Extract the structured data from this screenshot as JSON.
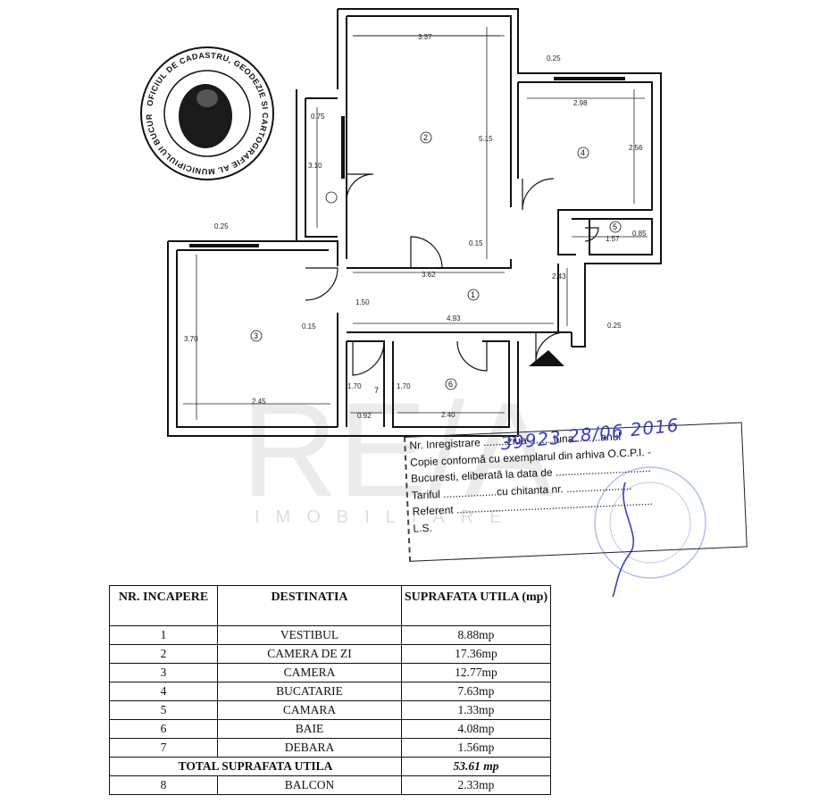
{
  "stamp": {
    "text": "OFICIUL DE CADASTRU, GEODEZIE SI CARTOGRAFIE AL MUNICIPIULUI BUCURESTI"
  },
  "watermark": {
    "logo": "RE/A",
    "sub": "IMOBILIARE"
  },
  "plan": {
    "dimensions": {
      "living_width": "3.37",
      "living_height": "5.15",
      "living_bottom": "0.15",
      "debara_width": "0.75",
      "debara_height": "3.10",
      "kitchen_top": "0.25",
      "kitchen_width": "2.98",
      "kitchen_height": "2.56",
      "bedroom_top": "0.25",
      "bedroom_height": "3.70",
      "bedroom_width": "2.45",
      "bedroom_wall": "0.15",
      "hall_top": "3.62",
      "hall_mid": "4.93",
      "hall_side": "1.50",
      "hall_right": "2.43",
      "entry_wall": "0.25",
      "camara_width": "1.57",
      "camara_height": "0.85",
      "wc_height": "1.70",
      "wc_width": "0.92",
      "bath_height": "1.70",
      "bath_width": "2.40"
    },
    "rooms": [
      "1",
      "2",
      "3",
      "4",
      "5",
      "6",
      "7"
    ]
  },
  "registration": {
    "handwritten": "39923 28/06 2016",
    "lines": [
      "Nr. Inregistrare ........ziua ........luna ........anul",
      "Copie conformă cu exemplarul din arhiva O.C.P.I. -",
      "Bucuresti, eliberată la data de ................................",
      "Tariful ..................cu chitanta nr. ......................",
      "Referent ..................................................................",
      "L.S."
    ]
  },
  "table": {
    "headers": [
      "NR. INCAPERE",
      "DESTINATIA",
      "SUPRAFATA UTILA (mp)"
    ],
    "rows": [
      {
        "nr": "1",
        "dest": "VESTIBUL",
        "area": "8.88mp"
      },
      {
        "nr": "2",
        "dest": "CAMERA DE ZI",
        "area": "17.36mp"
      },
      {
        "nr": "3",
        "dest": "CAMERA",
        "area": "12.77mp"
      },
      {
        "nr": "4",
        "dest": "BUCATARIE",
        "area": "7.63mp"
      },
      {
        "nr": "5",
        "dest": "CAMARA",
        "area": "1.33mp"
      },
      {
        "nr": "6",
        "dest": "BAIE",
        "area": "4.08mp"
      },
      {
        "nr": "7",
        "dest": "DEBARA",
        "area": "1.56mp"
      }
    ],
    "total_label": "TOTAL SUPRAFATA UTILA",
    "total_value": "53.61 mp",
    "extra": {
      "nr": "8",
      "dest": "BALCON",
      "area": "2.33mp"
    }
  }
}
